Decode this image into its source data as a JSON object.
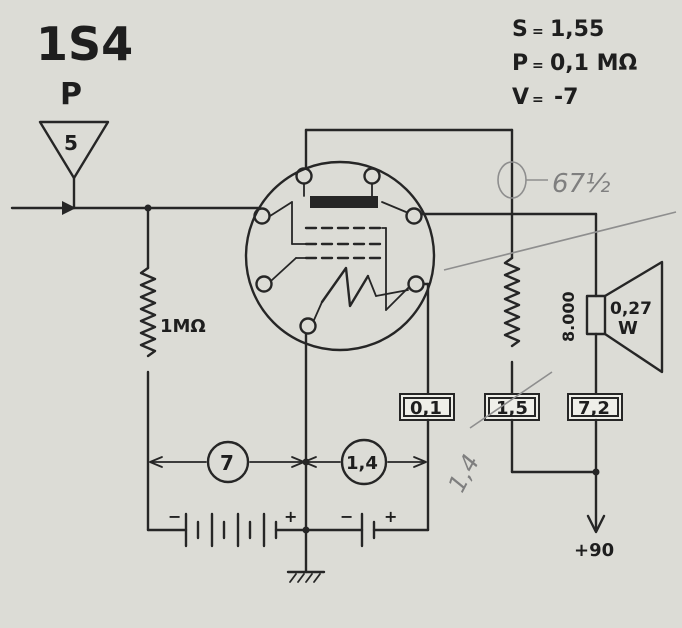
{
  "tube": {
    "type": "1S4",
    "class_letter": "P"
  },
  "params": {
    "s_label": "S",
    "s_value": "1,55",
    "p_label": "P",
    "p_value": "0,1 MΩ",
    "v_label": "V",
    "v_value": "-7"
  },
  "input": {
    "triangle_number": "5"
  },
  "components": {
    "grid_resistor": "1MΩ",
    "box_screen": "0,1",
    "box_screen_supply": "1,5",
    "box_plate": "7,2",
    "bias_voltage": "7",
    "filament_voltage": "1,4",
    "supply": "+90",
    "speaker_impedance": "8.000",
    "speaker_power": "0,27",
    "speaker_power_unit": "W",
    "minus": "−",
    "plus": "+"
  },
  "pencil_notes": {
    "note_top": "67½",
    "note_side": "1,4"
  },
  "colors": {
    "ink": "#262626",
    "paper": "#dcdcd6",
    "pencil": "#8e8e8e"
  }
}
